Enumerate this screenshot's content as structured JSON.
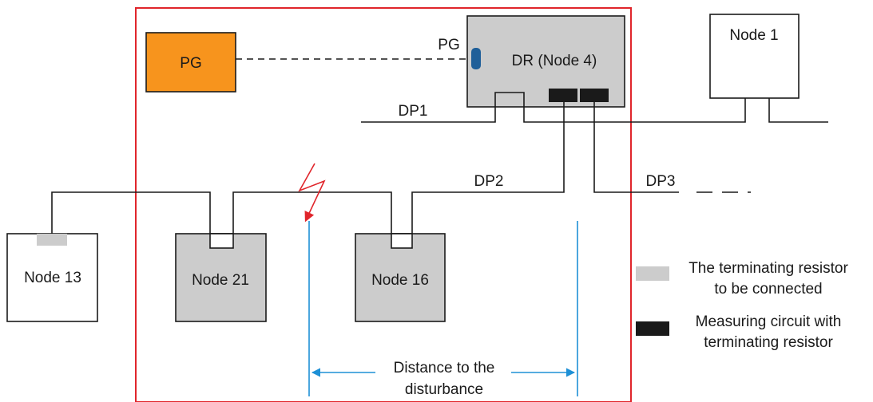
{
  "diagram": {
    "pg_box_label": "PG",
    "pg_port_label": "PG",
    "dr_label": "DR (Node 4)",
    "dp1_label": "DP1",
    "dp2_label": "DP2",
    "dp3_label": "DP3",
    "node1_label": "Node 1",
    "node13_label": "Node 13",
    "node21_label": "Node 21",
    "node16_label": "Node 16",
    "distance_label_line1": "Distance to the",
    "distance_label_line2": "disturbance"
  },
  "legend": {
    "resistor_line1": "The terminating resistor",
    "resistor_line2": "to be connected",
    "measuring_line1": "Measuring circuit with",
    "measuring_line2": "terminating resistor"
  },
  "colors": {
    "frame": "#e0252b",
    "pg_fill": "#f7941d",
    "node_fill": "#cccccc",
    "measure_arrow": "#1e90d6",
    "lightning": "#e0252b",
    "port": "#1f5f99",
    "resistor": "#cccccc",
    "measuring_circuit": "#1a1a1a"
  }
}
